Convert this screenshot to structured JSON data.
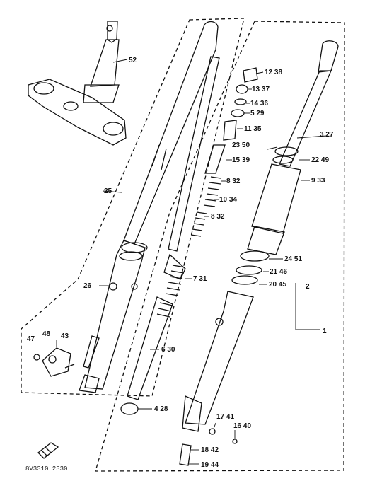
{
  "diagram": {
    "callouts": [
      {
        "id": "c52",
        "text": "52"
      },
      {
        "id": "c12",
        "text": "12 38"
      },
      {
        "id": "c13",
        "text": "13 37"
      },
      {
        "id": "c14",
        "text": "14 36"
      },
      {
        "id": "c5",
        "text": "5 29"
      },
      {
        "id": "c11",
        "text": "11 35"
      },
      {
        "id": "c3",
        "text": "3 27"
      },
      {
        "id": "c23",
        "text": "23 50"
      },
      {
        "id": "c22",
        "text": "22 49"
      },
      {
        "id": "c15",
        "text": "15 39"
      },
      {
        "id": "c9",
        "text": "9 33"
      },
      {
        "id": "c8a",
        "text": "8 32"
      },
      {
        "id": "c10",
        "text": "10 34"
      },
      {
        "id": "c8b",
        "text": "8 32"
      },
      {
        "id": "c25",
        "text": "25"
      },
      {
        "id": "c24",
        "text": "24 51"
      },
      {
        "id": "c21",
        "text": "21 46"
      },
      {
        "id": "c7",
        "text": "7 31"
      },
      {
        "id": "c20",
        "text": "20 45"
      },
      {
        "id": "c2",
        "text": "2"
      },
      {
        "id": "c26",
        "text": "26"
      },
      {
        "id": "c1",
        "text": "1"
      },
      {
        "id": "c47",
        "text": "47"
      },
      {
        "id": "c48",
        "text": "48"
      },
      {
        "id": "c43",
        "text": "43"
      },
      {
        "id": "c6",
        "text": "6 30"
      },
      {
        "id": "c4",
        "text": "4 28"
      },
      {
        "id": "c17",
        "text": "17 41"
      },
      {
        "id": "c16",
        "text": "16 40"
      },
      {
        "id": "c18",
        "text": "18 42"
      },
      {
        "id": "c19",
        "text": "19 44"
      }
    ],
    "footer_code": "8V3310 2330"
  }
}
